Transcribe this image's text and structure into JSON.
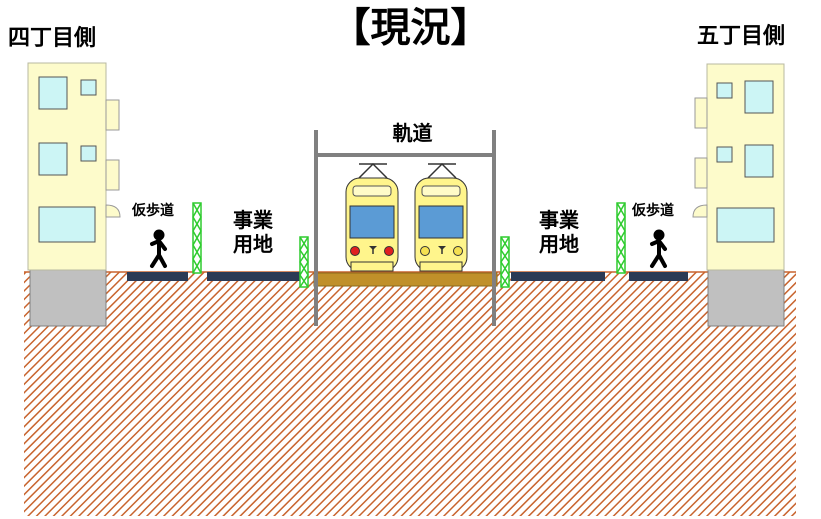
{
  "title": "【現況】",
  "left_side_label": "四丁目側",
  "right_side_label": "五丁目側",
  "railway_label": "軌道",
  "temp_walkway_label_left": "仮歩道",
  "temp_walkway_label_right": "仮歩道",
  "business_land_left": {
    "line1": "事業",
    "line2": "用地"
  },
  "business_land_right": {
    "line1": "事業",
    "line2": "用地"
  },
  "colors": {
    "ground_hatch": "#c8642e",
    "building_wall": "#fdfbcb",
    "building_base": "#c0c0c0",
    "window": "#ccf5f5",
    "tram_body": "#fff58c",
    "tram_window": "#5b9bd5",
    "track_bed": "#c0902a",
    "walkway": "#2b3a55",
    "fence": "#2fcc2f",
    "pole": "#808080"
  },
  "icons": [
    "pedestrian-icon",
    "tram-icon",
    "building-icon",
    "fence-icon"
  ]
}
